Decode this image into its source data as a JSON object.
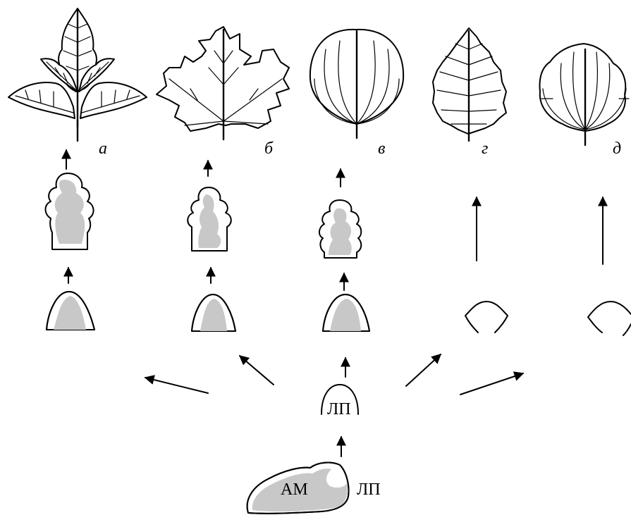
{
  "labels": {
    "a": "а",
    "b": "б",
    "v": "в",
    "g": "г",
    "d": "д"
  },
  "abbreviations": {
    "apical_meristem": "АМ",
    "leaf_primordium_bottom": "ЛП",
    "leaf_primordium_center": "ЛП"
  },
  "colors": {
    "meristem_fill": "#c8c8c8",
    "ink": "#000000"
  }
}
